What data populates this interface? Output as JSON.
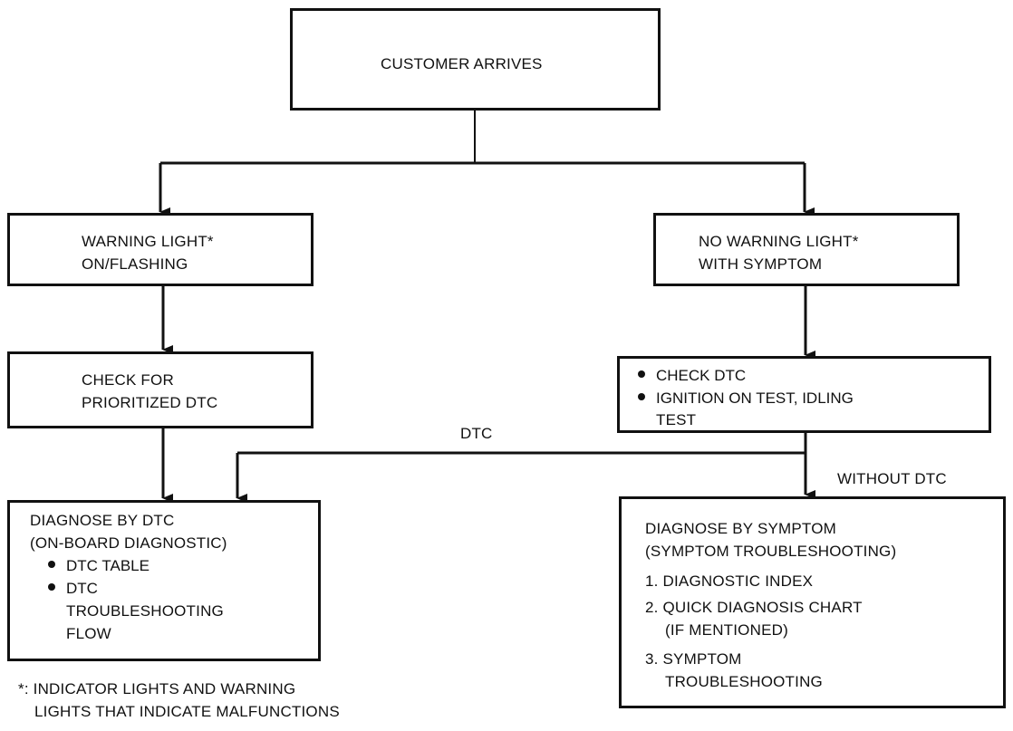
{
  "nodes": {
    "customer_arrives": "CUSTOMER ARRIVES",
    "warning_light": [
      "WARNING LIGHT*",
      "ON/FLASHING"
    ],
    "no_warning_light": [
      "NO WARNING LIGHT*",
      "WITH SYMPTOM"
    ],
    "check_prioritized": [
      "CHECK FOR",
      "PRIORITIZED DTC"
    ],
    "check_dtc_items": [
      "CHECK DTC",
      "IGNITION ON TEST, IDLING",
      "TEST"
    ],
    "diagnose_dtc": {
      "title": [
        "DIAGNOSE BY DTC",
        "(ON-BOARD DIAGNOSTIC)"
      ],
      "items": [
        "DTC TABLE",
        "DTC",
        "TROUBLESHOOTING",
        "FLOW"
      ]
    },
    "diagnose_symptom": {
      "title": [
        "DIAGNOSE BY SYMPTOM",
        "(SYMPTOM TROUBLESHOOTING)"
      ],
      "items": [
        "1. DIAGNOSTIC INDEX",
        "2. QUICK DIAGNOSIS CHART",
        "(IF MENTIONED)",
        "3. SYMPTOM",
        "TROUBLESHOOTING"
      ]
    }
  },
  "edge_labels": {
    "dtc": "DTC",
    "without_dtc": "WITHOUT DTC"
  },
  "footnote": [
    "*: INDICATOR LIGHTS AND WARNING",
    "LIGHTS THAT INDICATE MALFUNCTIONS"
  ],
  "colors": {
    "line": "#111111",
    "background": "#ffffff"
  }
}
